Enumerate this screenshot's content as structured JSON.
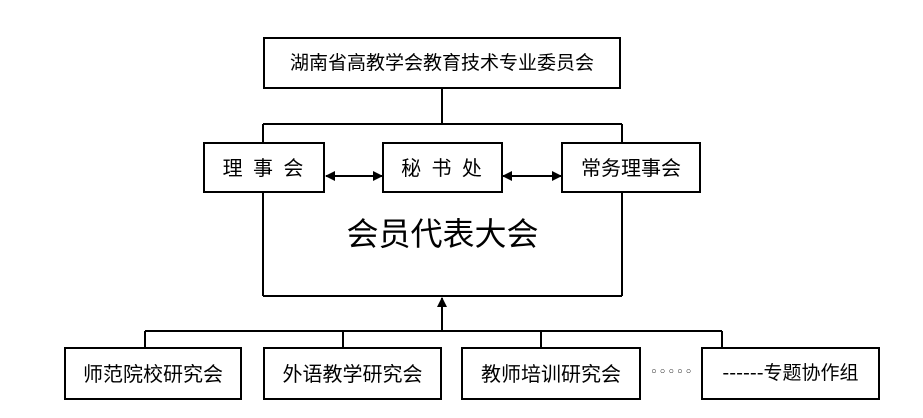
{
  "top_org": "湖南省高教学会教育技术专业委员会",
  "council": "理 事 会",
  "secretariat": "秘 书 处",
  "standing_council": "常务理事会",
  "assembly": "会员代表大会",
  "branches": [
    "师范院校研究会",
    "外语教学研究会",
    "教师培训研究会"
  ],
  "ellipsis": "◦◦◦◦◦",
  "special_group": "------专题协作组",
  "colors": {
    "line": "#000000",
    "background": "#ffffff"
  }
}
